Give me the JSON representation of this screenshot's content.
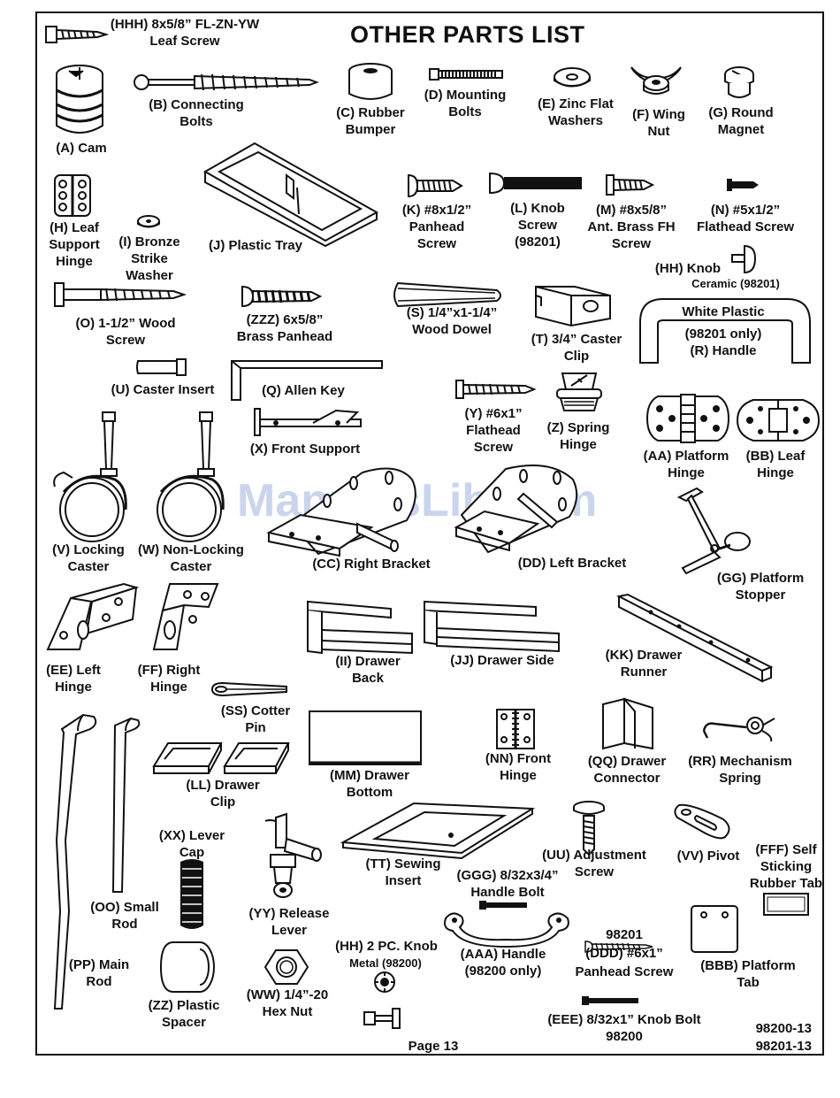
{
  "page": {
    "title": "OTHER PARTS LIST",
    "footer": "Page 13",
    "codes": [
      "98200-13",
      "98201-13"
    ],
    "watermark": "ManualsLib.com"
  },
  "parts": {
    "hhh": "(HHH) 8x5/8” FL-ZN-YW\nLeaf Screw",
    "a": "(A) Cam",
    "b": "(B) Connecting\nBolts",
    "c": "(C) Rubber\nBumper",
    "d": "(D) Mounting\nBolts",
    "e": "(E) Zinc Flat\nWashers",
    "f": "(F) Wing\nNut",
    "g": "(G) Round\nMagnet",
    "h": "(H) Leaf\nSupport\nHinge",
    "i": "(I) Bronze\nStrike\nWasher",
    "j": "(J) Plastic Tray",
    "k": "(K) #8x1/2”\nPanhead\nScrew",
    "l": "(L) Knob\nScrew\n(98201)",
    "m": "(M) #8x5/8”\nAnt. Brass FH\nScrew",
    "n": "(N) #5x1/2”\nFlathead Screw",
    "hh_knob": "(HH) Knob",
    "hh_ceramic": "Ceramic (98201)",
    "o": "(O) 1-1/2” Wood\nScrew",
    "zzz": "(ZZZ) 6x5/8”\nBrass Panhead",
    "s": "(S) 1/4”x1-1/4”\nWood Dowel",
    "t": "(T) 3/4” Caster\nClip",
    "r_white": "White Plastic",
    "r": "(98201 only)\n(R) Handle",
    "u": "(U) Caster Insert",
    "q": "(Q) Allen Key",
    "x": "(X) Front Support",
    "y": "(Y) #6x1”\nFlathead\nScrew",
    "z": "(Z) Spring\nHinge",
    "aa": "(AA) Platform\nHinge",
    "bb": "(BB) Leaf\nHinge",
    "v": "(V) Locking\nCaster",
    "w": "(W) Non-Locking\nCaster",
    "cc": "(CC) Right Bracket",
    "dd": "(DD) Left Bracket",
    "gg": "(GG) Platform\nStopper",
    "ee": "(EE) Left\nHinge",
    "ff": "(FF) Right\nHinge",
    "ii": "(II) Drawer\nBack",
    "jj": "(JJ) Drawer Side",
    "kk": "(KK) Drawer\nRunner",
    "ss": "(SS) Cotter\nPin",
    "oo": "(OO) Small\nRod",
    "ll": "(LL) Drawer\nClip",
    "mm": "(MM) Drawer\nBottom",
    "nn": "(NN) Front\nHinge",
    "qq": "(QQ) Drawer\nConnector",
    "rr": "(RR) Mechanism\nSpring",
    "xx": "(XX) Lever\nCap",
    "yy": "(YY) Release\nLever",
    "tt": "(TT) Sewing\nInsert",
    "uu": "(UU) Adjustment\nScrew",
    "vv": "(VV) Pivot",
    "fff": "(FFF) Self\nSticking\nRubber Tab",
    "ggg": "(GGG) 8/32x3/4”\nHandle Bolt",
    "pp": "(PP) Main\nRod",
    "hh2": "(HH) 2 PC. Knob",
    "hh2_metal": "Metal (98200)",
    "aaa": "(AAA) Handle\n(98200 only)",
    "ddd": "98201\n(DDD) #6x1”\nPanhead Screw",
    "bbb": "(BBB) Platform\nTab",
    "zz": "(ZZ) Plastic\nSpacer",
    "ww": "(WW) 1/4”-20\nHex Nut",
    "eee": "(EEE) 8/32x1” Knob Bolt\n98200"
  }
}
